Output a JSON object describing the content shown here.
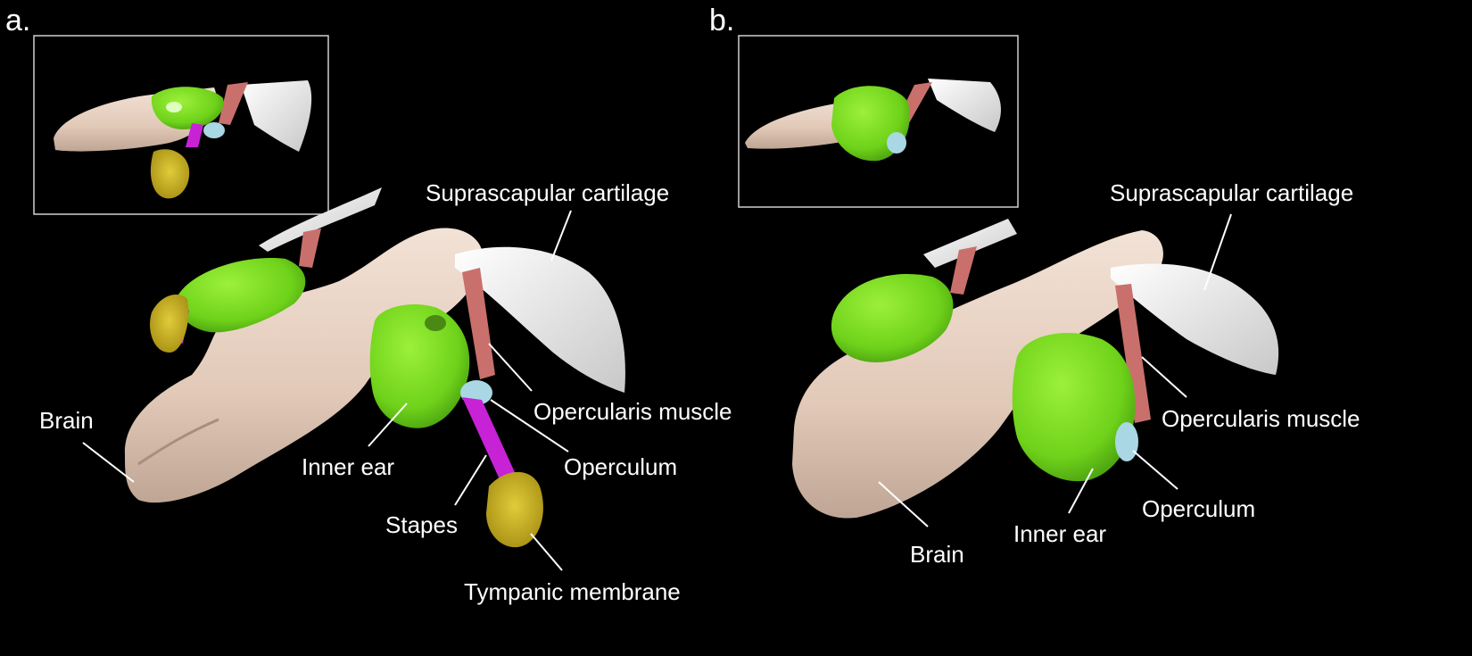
{
  "panels": [
    {
      "letter": "a.",
      "labels": {
        "suprascapular_cartilage": "Suprascapular cartilage",
        "opercularis_muscle": "Opercularis muscle",
        "brain": "Brain",
        "inner_ear": "Inner ear",
        "operculum": "Operculum",
        "stapes": "Stapes",
        "tympanic_membrane": "Tympanic membrane"
      }
    },
    {
      "letter": "b.",
      "labels": {
        "suprascapular_cartilage": "Suprascapular cartilage",
        "opercularis_muscle": "Opercularis muscle",
        "brain": "Brain",
        "inner_ear": "Inner ear",
        "operculum": "Operculum"
      }
    }
  ],
  "colors": {
    "background": "#000000",
    "brain": "#e8d2c2",
    "inner_ear": "#7de21c",
    "suprascapular_cartilage": "#ececec",
    "opercularis_muscle": "#c9706c",
    "operculum": "#a9d8e4",
    "stapes": "#c822d6",
    "tympanic_membrane": "#c8b41c",
    "label_text": "#ffffff"
  }
}
